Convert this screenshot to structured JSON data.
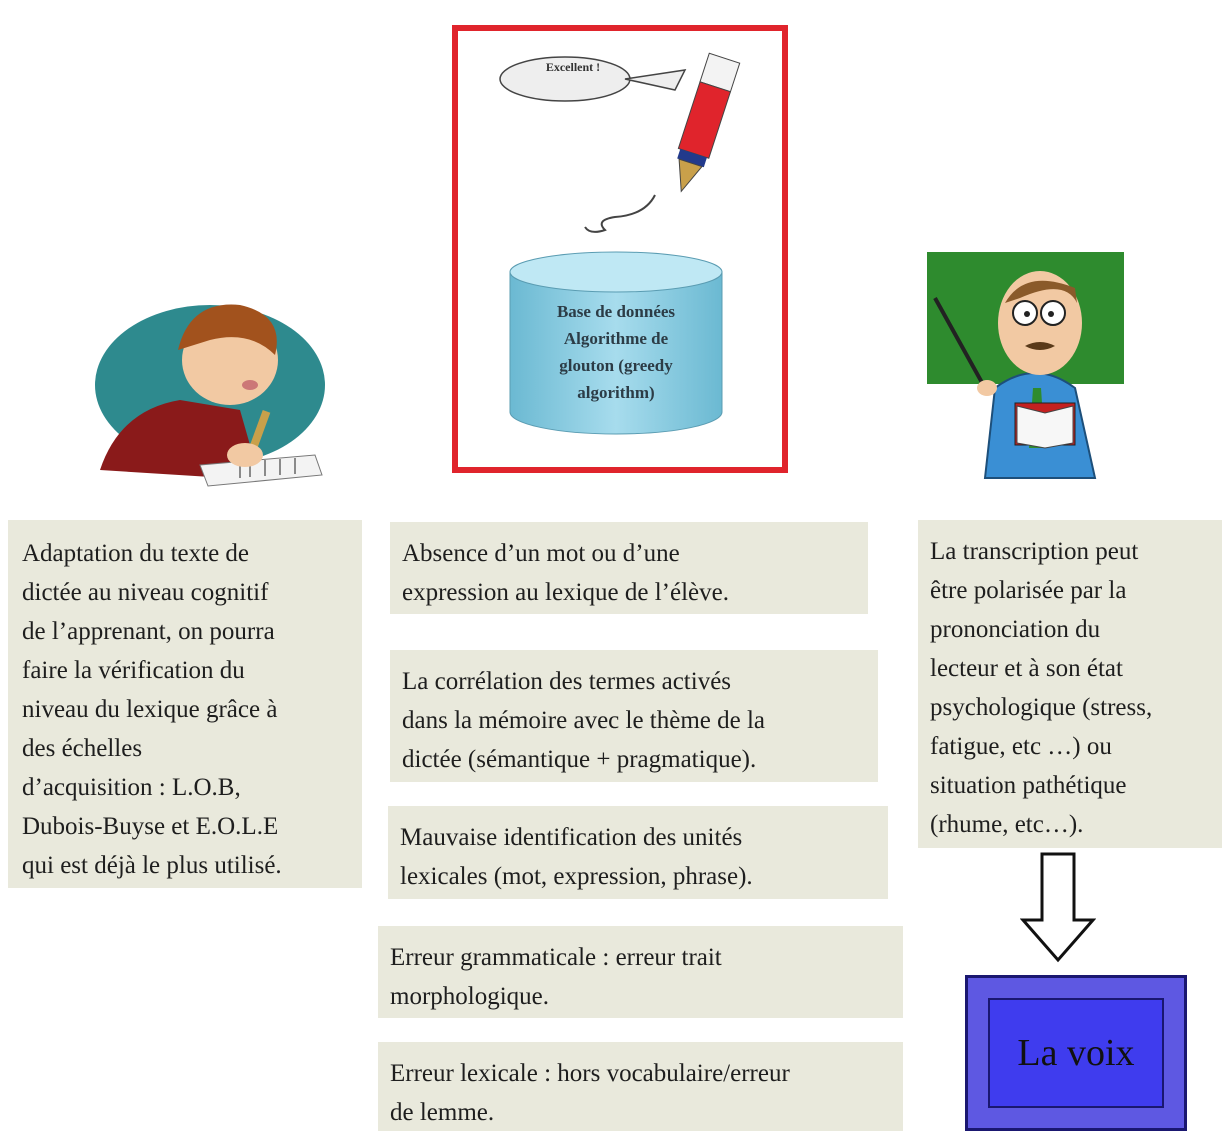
{
  "left_box": {
    "lines": [
      "Adaptation du texte de",
      "dictée au niveau cognitif",
      "de l’apprenant, on pourra",
      "faire la vérification du",
      "niveau du lexique grâce à",
      "des échelles",
      "d’acquisition : L.O.B,",
      "Dubois-Buyse et  E.O.L.E",
      "qui est déjà le plus utilisé."
    ]
  },
  "center_boxes": [
    {
      "lines": [
        "Absence d’un mot ou d’une",
        "expression au lexique  de l’élève."
      ]
    },
    {
      "lines": [
        "La corrélation des termes activés",
        "dans  la mémoire avec  le thème de la",
        "dictée (sémantique + pragmatique)."
      ]
    },
    {
      "lines": [
        "Mauvaise identification des unités",
        "lexicales (mot, expression,  phrase)."
      ]
    },
    {
      "lines": [
        "Erreur grammaticale : erreur trait",
        "morphologique."
      ]
    },
    {
      "lines": [
        "Erreur lexicale  : hors vocabulaire/erreur",
        "de lemme."
      ]
    }
  ],
  "right_box": {
    "lines": [
      "La transcription peut",
      "être polarisée par la",
      "prononciation du",
      "lecteur et à son état",
      "psychologique (stress,",
      "fatigue, etc …) ou",
      "situation pathétique",
      "(rhume, etc…)."
    ]
  },
  "database": {
    "lines": [
      "Base de données",
      "Algorithme de",
      "glouton (greedy",
      "algorithm)"
    ]
  },
  "pen_bubble": "Excellent !",
  "voice_label": "La voix",
  "colors": {
    "box_bg": "#e9e9dc",
    "red_frame": "#e0242c",
    "cylinder": "#8fd0e4",
    "voice_box": "#3f3cee",
    "board_green": "#2e8b2e"
  }
}
